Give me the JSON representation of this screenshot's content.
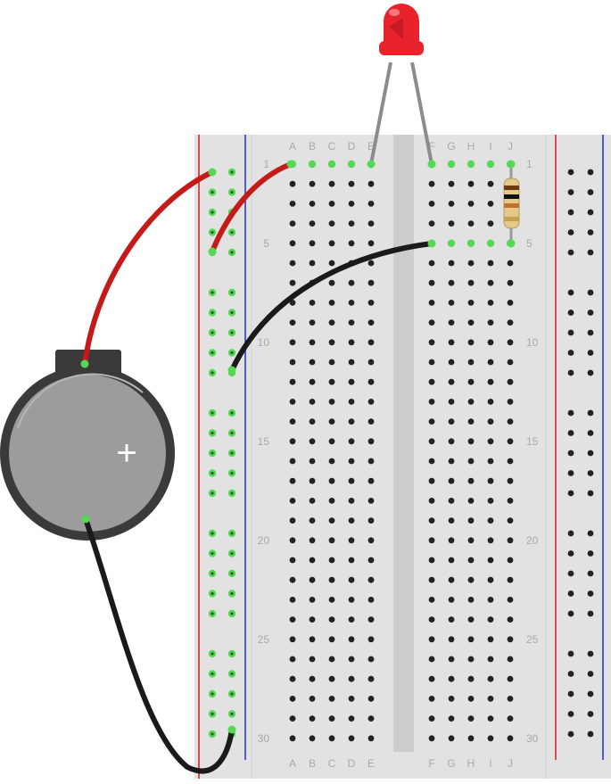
{
  "breadboard": {
    "column_letters_left": [
      "A",
      "B",
      "C",
      "D",
      "E"
    ],
    "column_letters_right": [
      "F",
      "G",
      "H",
      "I",
      "J"
    ],
    "row_numbers": [
      "1",
      "5",
      "10",
      "15",
      "20",
      "25",
      "30"
    ],
    "colors": {
      "board": "#e2e2e2",
      "hole": "#222222",
      "active_hole": "#55d955",
      "power_rail_plus": "#cc2b2b",
      "power_rail_minus": "#2b39cc"
    }
  },
  "battery": {
    "polarity_symbol": "+",
    "colors": {
      "body": "#9c9c9c",
      "holder": "#3a3a3a"
    }
  },
  "led": {
    "colors": {
      "lens": "#e8232c"
    }
  },
  "resistor": {
    "band_colors": [
      "#6b3a12",
      "#111111",
      "#c0722a",
      "#c7a24a"
    ]
  },
  "wires": {
    "red": "#c41a1a",
    "black": "#1a1a1a"
  }
}
